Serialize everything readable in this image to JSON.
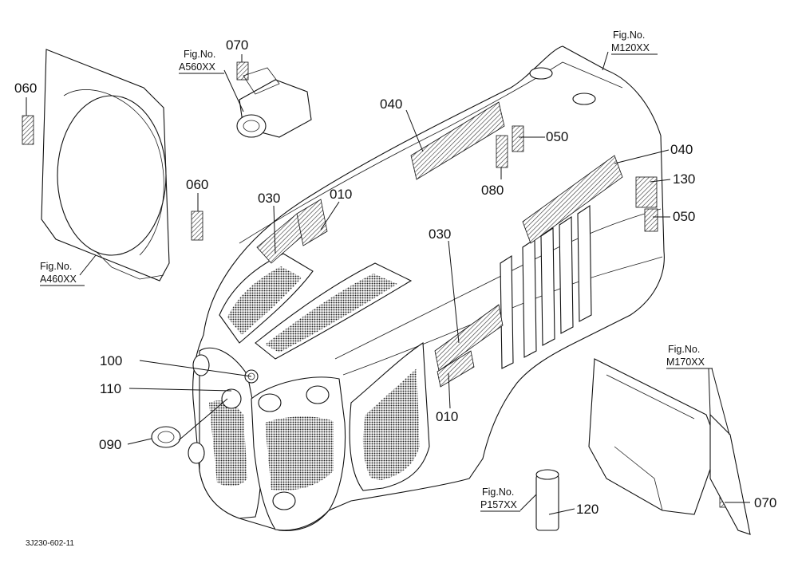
{
  "callouts": {
    "c070_top": "070",
    "c060_left": "060",
    "c060_right": "060",
    "c040_top": "040",
    "c050_top": "050",
    "c080": "080",
    "c040_right": "040",
    "c130": "130",
    "c050_right": "050",
    "c030_left": "030",
    "c010_left": "010",
    "c030_center": "030",
    "c010_center": "010",
    "c100": "100",
    "c110": "110",
    "c090": "090",
    "c120": "120",
    "c070_bottom": "070"
  },
  "figure_refs": {
    "a560": {
      "label": "Fig.No.",
      "number": "A560XX"
    },
    "m120": {
      "label": "Fig.No.",
      "number": "M120XX"
    },
    "a460": {
      "label": "Fig.No.",
      "number": "A460XX"
    },
    "m170": {
      "label": "Fig.No.",
      "number": "M170XX"
    },
    "p157": {
      "label": "Fig.No.",
      "number": "P157XX"
    }
  },
  "drawing_number": "3J230-602-11",
  "colors": {
    "ink": "#111111",
    "paper": "#ffffff"
  }
}
